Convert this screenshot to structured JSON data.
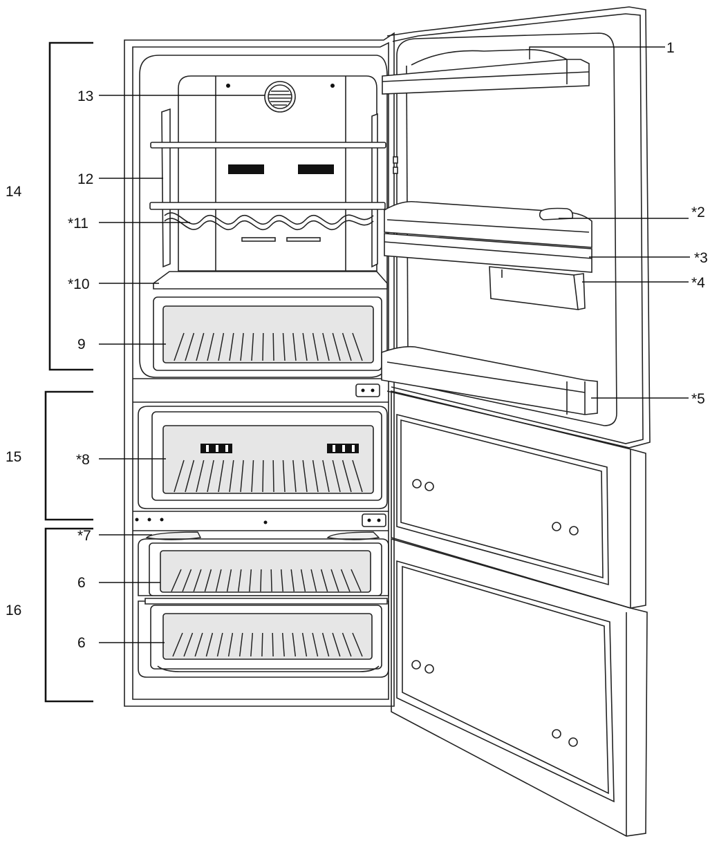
{
  "labels": {
    "l1": "1",
    "l2": "*2",
    "l3": "*3",
    "l4": "*4",
    "l5": "*5",
    "l6a": "6",
    "l6b": "6",
    "l7": "*7",
    "l8": "*8",
    "l9": "9",
    "l10": "*10",
    "l11": "*11",
    "l12": "12",
    "l13": "13",
    "l14": "14",
    "l15": "15",
    "l16": "16"
  }
}
